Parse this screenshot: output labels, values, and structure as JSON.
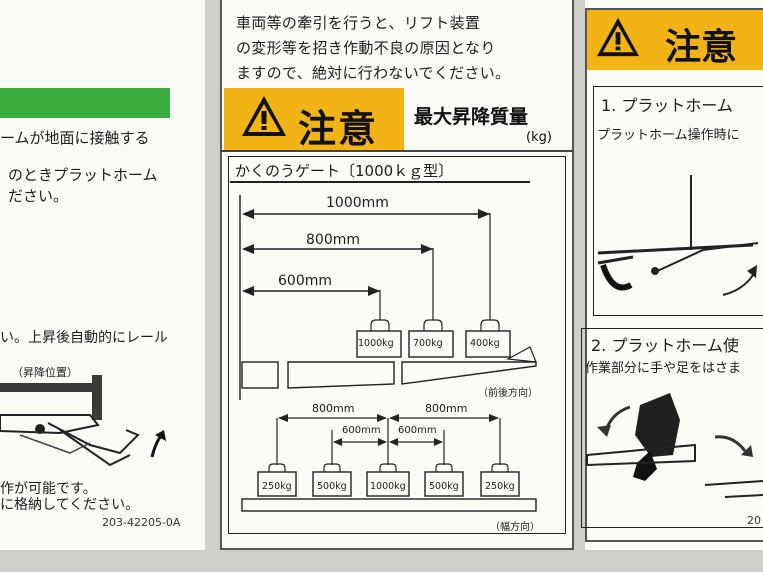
{
  "left_panel": {
    "line1": "ームが地面に接触する",
    "line2": "のときプラットホーム",
    "line3": "ださい。",
    "line4": "い。上昇後自動的にレール",
    "lift_position": "（昇降位置）",
    "line5": "作が可能です。",
    "line6": "に格納してください。",
    "code": "203-42205-0A"
  },
  "center_panel": {
    "intro_line1": "車両等の牽引を行うと、リフト装置",
    "intro_line2": "の変形等を招き作動不良の原因となり",
    "intro_line3": "ますので、絶対に行わないでください。",
    "caution": "注意",
    "max_title": "最大昇降質量",
    "unit": "(kg)",
    "gate_title": "かくのうゲート〔1000ｋｇ型〕",
    "dim_1000": "1000mm",
    "dim_800": "800mm",
    "dim_600": "600mm",
    "w_1000": "1000kg",
    "w_700": "700kg",
    "w_400": "400kg",
    "direction_fb": "（前後方向）",
    "lat_800_left": "800mm",
    "lat_800_right": "800mm",
    "lat_600_left": "600mm",
    "lat_600_right": "600mm",
    "lw_250_left": "250kg",
    "lw_500_left": "500kg",
    "lw_1000": "1000kg",
    "lw_500_right": "500kg",
    "lw_250_right": "250kg",
    "direction_width": "（幅方向）"
  },
  "right_panel": {
    "caution": "注意",
    "step1": "1. プラットホーム",
    "step1_text": "プラットホーム操作時に",
    "step2": "2. プラットホーム使",
    "step2_text": "作業部分に手や足をはさま",
    "code_partial": "20"
  },
  "colors": {
    "warning_yellow": "#f1b316",
    "label_green": "#3aab3f",
    "sign_background": "#fbfbf8",
    "wall": "#cfcfc9"
  }
}
